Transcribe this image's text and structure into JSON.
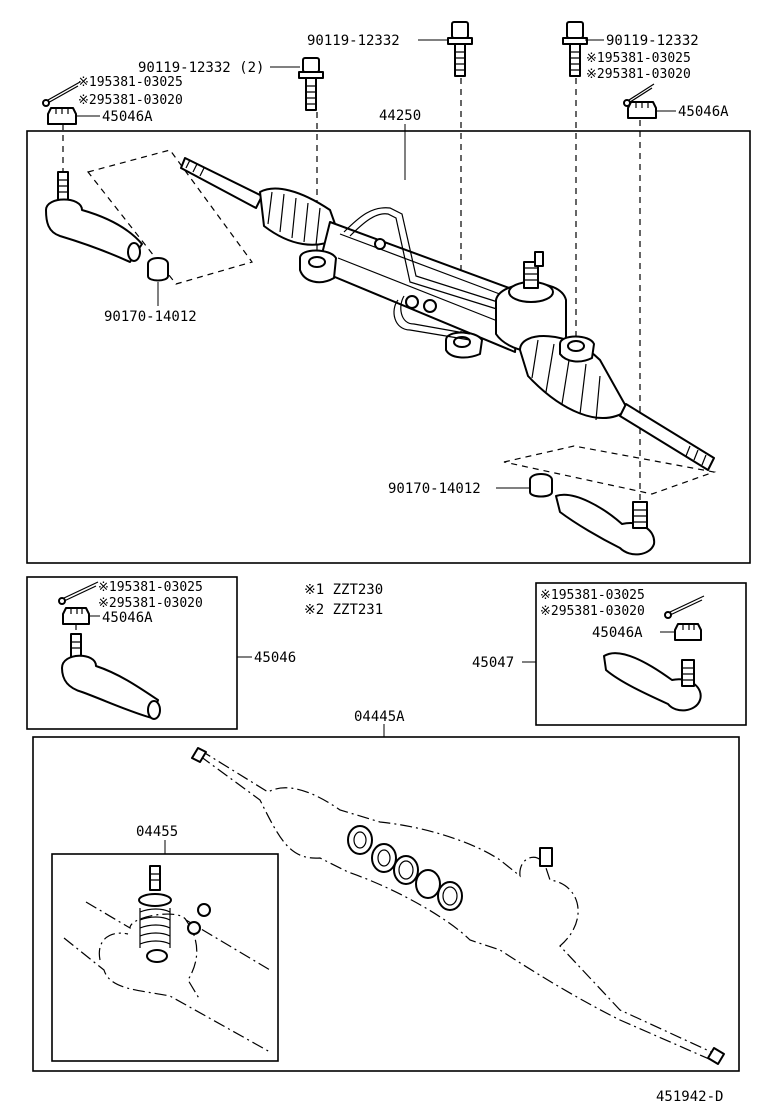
{
  "labels": {
    "bolt_top_center": "90119-12332",
    "bolt_top_left": "90119-12332 (2)",
    "bolt_top_right": "90119-12332",
    "pin_left_1": "※195381-03025",
    "pin_left_2": "※295381-03020",
    "pin_right_1": "※195381-03025",
    "pin_right_2": "※295381-03020",
    "nut_left": "45046A",
    "nut_right": "45046A",
    "rack_assy": "44250",
    "bushing_left": "90170-14012",
    "bushing_right": "90170-14012",
    "inset_left_pin_1": "※195381-03025",
    "inset_left_pin_2": "※295381-03020",
    "inset_left_nut": "45046A",
    "tie_rod_end_left": "45046",
    "note_1": "※1 ZZT230",
    "note_2": "※2 ZZT231",
    "inset_right_pin_1": "※195381-03025",
    "inset_right_pin_2": "※295381-03020",
    "inset_right_nut": "45046A",
    "tie_rod_end_right": "45047",
    "gasket_kit": "04445A",
    "spring_kit": "04455",
    "diagram_id": "451942-D"
  }
}
